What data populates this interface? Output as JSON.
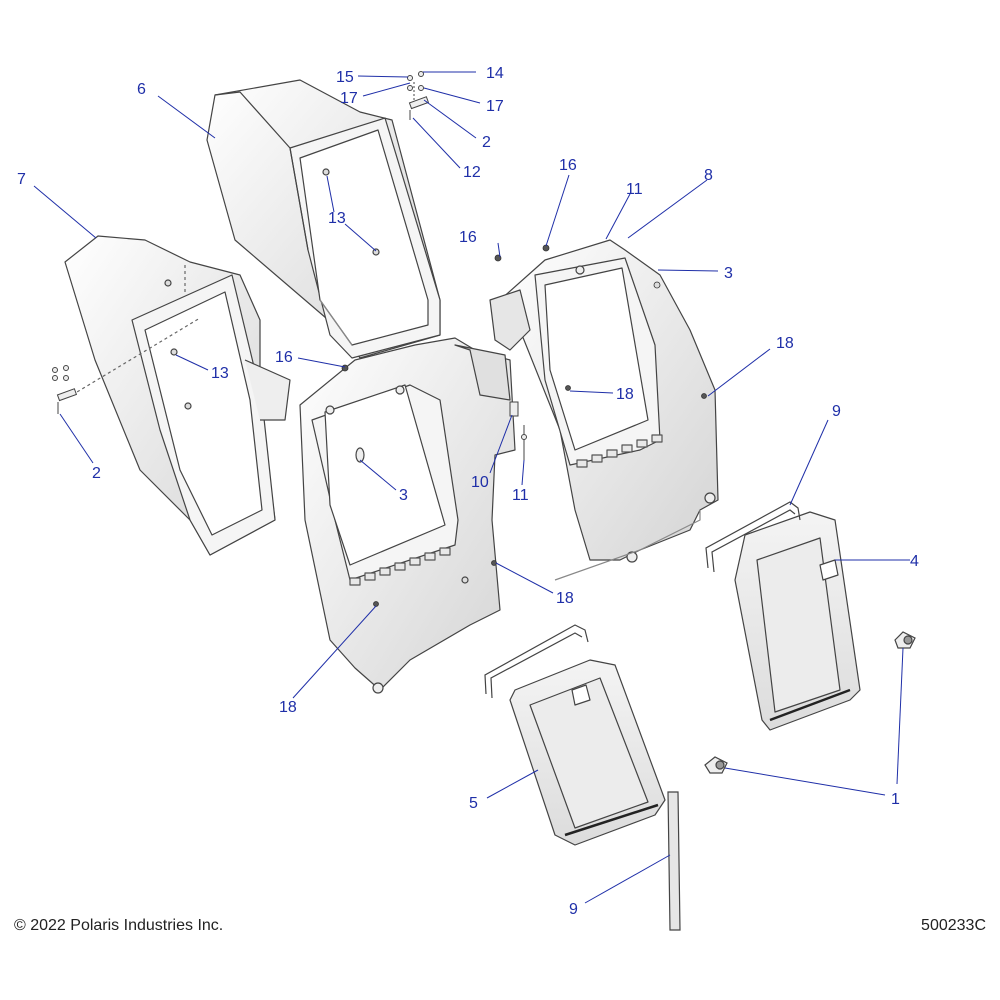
{
  "colors": {
    "callout_text": "#1f2fa8",
    "leader_line": "#1f2fa8",
    "part_fill": "#f2f2f2",
    "part_stroke": "#444444",
    "shade": "#d6d6d6"
  },
  "callouts": [
    {
      "id": "c6",
      "label": "6"
    },
    {
      "id": "c7",
      "label": "7"
    },
    {
      "id": "c15",
      "label": "15"
    },
    {
      "id": "c14",
      "label": "14"
    },
    {
      "id": "c17a",
      "label": "17"
    },
    {
      "id": "c17b",
      "label": "17"
    },
    {
      "id": "c2a",
      "label": "2"
    },
    {
      "id": "c12",
      "label": "12"
    },
    {
      "id": "c13a",
      "label": "13"
    },
    {
      "id": "c13b",
      "label": "13"
    },
    {
      "id": "c2b",
      "label": "2"
    },
    {
      "id": "c16a",
      "label": "16"
    },
    {
      "id": "c11a",
      "label": "11"
    },
    {
      "id": "c8",
      "label": "8"
    },
    {
      "id": "c16b",
      "label": "16"
    },
    {
      "id": "c3a",
      "label": "3"
    },
    {
      "id": "c18a",
      "label": "18"
    },
    {
      "id": "c16c",
      "label": "16"
    },
    {
      "id": "c18b",
      "label": "18"
    },
    {
      "id": "c3b",
      "label": "3"
    },
    {
      "id": "c10",
      "label": "10"
    },
    {
      "id": "c11b",
      "label": "11"
    },
    {
      "id": "c9a",
      "label": "9"
    },
    {
      "id": "c4",
      "label": "4"
    },
    {
      "id": "c18c",
      "label": "18"
    },
    {
      "id": "c18d",
      "label": "18"
    },
    {
      "id": "c5",
      "label": "5"
    },
    {
      "id": "c1",
      "label": "1"
    },
    {
      "id": "c9b",
      "label": "9"
    }
  ],
  "footer": {
    "copyright": "© 2022 Polaris Industries Inc.",
    "doc_number": "500233C"
  }
}
